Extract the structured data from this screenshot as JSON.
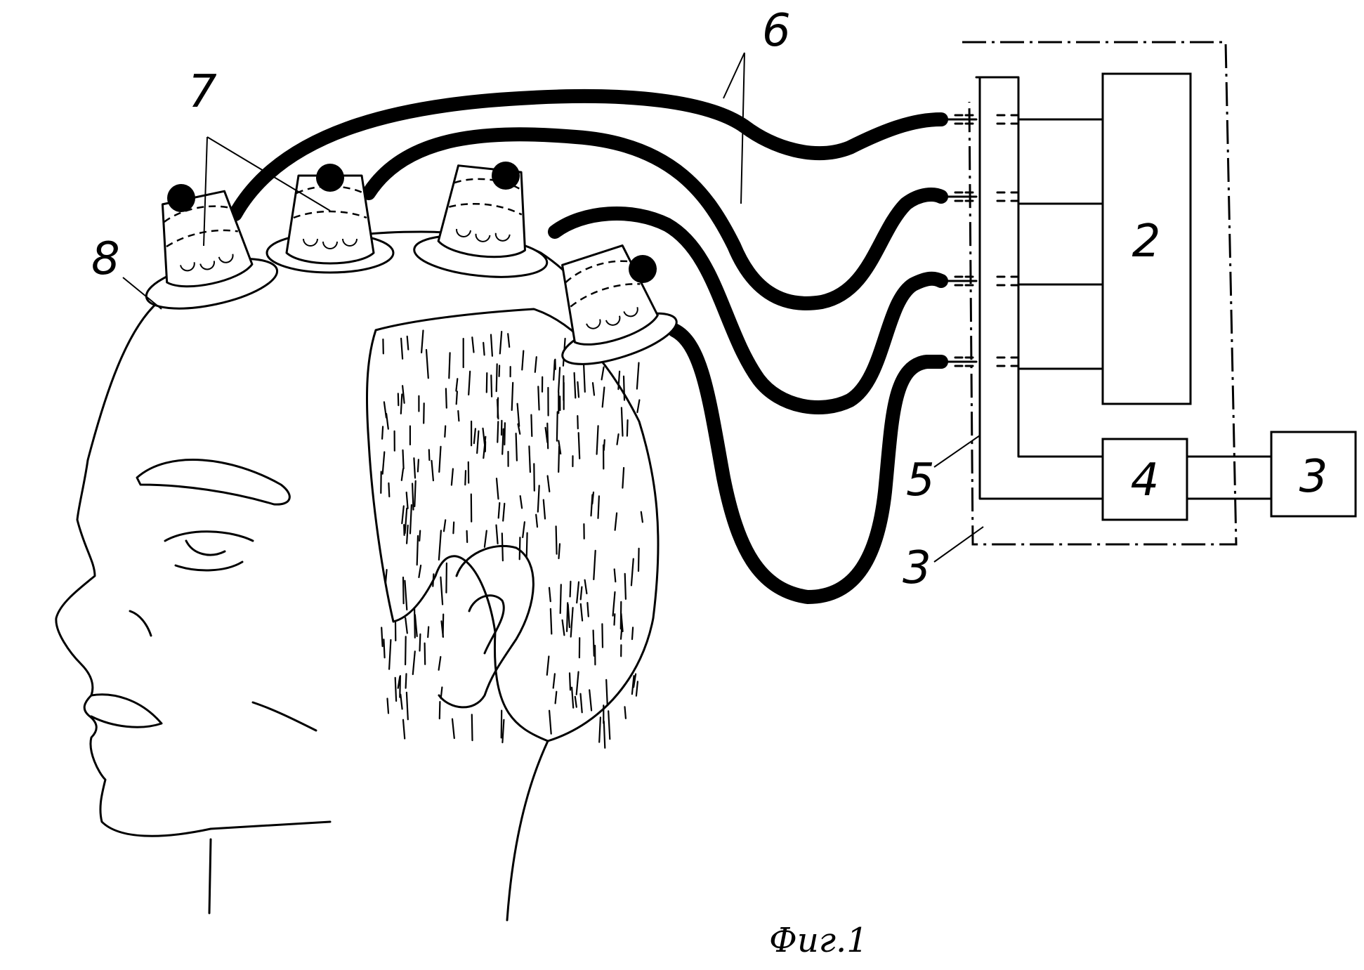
{
  "labels": {
    "block_2": "2",
    "block_4": "4",
    "block_3_outside": "3",
    "ref_3": "3",
    "ref_5": "5",
    "ref_6": "6",
    "ref_7": "7",
    "ref_8": "8"
  },
  "caption": "Фиг.1",
  "colors": {
    "ink": "#000000",
    "paper": "#ffffff"
  }
}
